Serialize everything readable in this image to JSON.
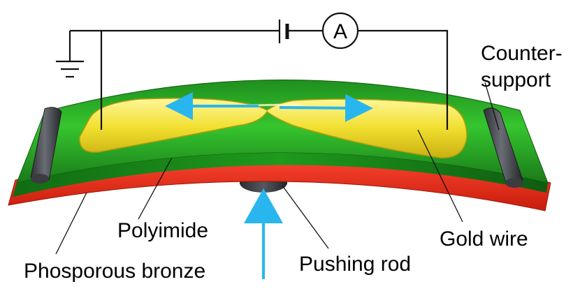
{
  "diagram": {
    "labels": {
      "counter_support_line1": "Counter-",
      "counter_support_line2": "support",
      "polyimide": "Polyimide",
      "gold_wire": "Gold wire",
      "phosphorous_bronze": "Phosporous bronze",
      "pushing_rod": "Pushing rod"
    },
    "ammeter_symbol": "A",
    "colors": {
      "polyimide_green": "#2fb82a",
      "bronze_red": "#e02a18",
      "gold_yellow": "#f2e23a",
      "counter_support_gray": "#4a4d52",
      "arrow_blue": "#29b6ef",
      "wire_black": "#111111"
    }
  }
}
